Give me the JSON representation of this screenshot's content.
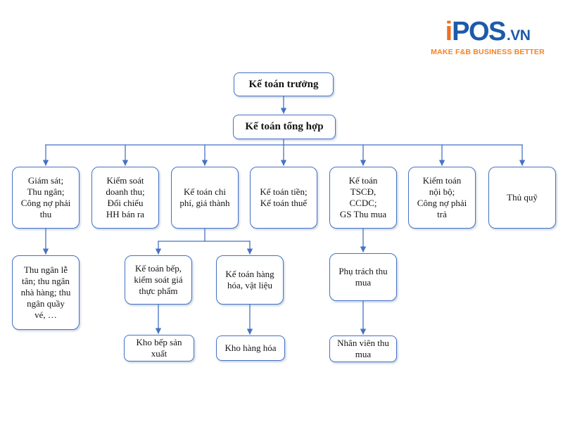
{
  "logo": {
    "brand_i": "i",
    "brand_pos": "POS",
    "brand_vn": ".VN",
    "tagline": "MAKE F&B BUSINESS BETTER",
    "colors": {
      "orange": "#F26F21",
      "blue": "#1D5AA9",
      "tagline_orange": "#F5821F"
    }
  },
  "org_chart": {
    "accent_color": "#4472C4",
    "nodes": [
      {
        "id": "ke-toan-truong",
        "label": "Kế toán trưởng",
        "parent": null
      },
      {
        "id": "ke-toan-tong-hop",
        "label": "Kế toán tổng hợp",
        "parent": "ke-toan-truong"
      },
      {
        "id": "giam-sat",
        "label": "Giám sát;\nThu ngân;\nCông nợ phải\nthu",
        "parent": "ke-toan-tong-hop"
      },
      {
        "id": "kiem-soat-doanh-thu",
        "label": "Kiểm soát\ndoanh thu;\nĐối chiếu\nHH bán ra",
        "parent": "ke-toan-tong-hop"
      },
      {
        "id": "ke-toan-chi-phi",
        "label": "Kế toán chi\nphí, giá thành",
        "parent": "ke-toan-tong-hop"
      },
      {
        "id": "ke-toan-tien",
        "label": "Kế toán tiền;\nKế toán thuế",
        "parent": "ke-toan-tong-hop"
      },
      {
        "id": "ke-toan-tscd",
        "label": "Kế toán\nTSCĐ,\nCCDC;\nGS Thu mua",
        "parent": "ke-toan-tong-hop"
      },
      {
        "id": "kiem-toan-noi-bo",
        "label": "Kiểm toán\nnội bộ;\nCông nợ phải\ntrả",
        "parent": "ke-toan-tong-hop"
      },
      {
        "id": "thu-quy",
        "label": "Thủ quỹ",
        "parent": "ke-toan-tong-hop"
      },
      {
        "id": "thu-ngan-le-tan",
        "label": "Thu ngân lễ\ntân; thu ngân\nnhà hàng; thu\nngân quầy\nvé, …",
        "parent": "giam-sat"
      },
      {
        "id": "ke-toan-bep",
        "label": "Kế toán bếp,\nkiểm soát giá\nthực phẩm",
        "parent": "ke-toan-chi-phi"
      },
      {
        "id": "ke-toan-hang-hoa",
        "label": "Kế toán hàng\nhóa, vật liệu",
        "parent": "ke-toan-chi-phi"
      },
      {
        "id": "phu-trach-thu-mua",
        "label": "Phụ trách thu\nmua",
        "parent": "ke-toan-tscd"
      },
      {
        "id": "kho-bep-san-xuat",
        "label": "Kho bếp sản\nxuất",
        "parent": "ke-toan-bep"
      },
      {
        "id": "kho-hang-hoa",
        "label": "Kho hàng hóa",
        "parent": "ke-toan-hang-hoa"
      },
      {
        "id": "nhan-vien-thu-mua",
        "label": "Nhân viên thu\nmua",
        "parent": "phu-trach-thu-mua"
      }
    ]
  }
}
